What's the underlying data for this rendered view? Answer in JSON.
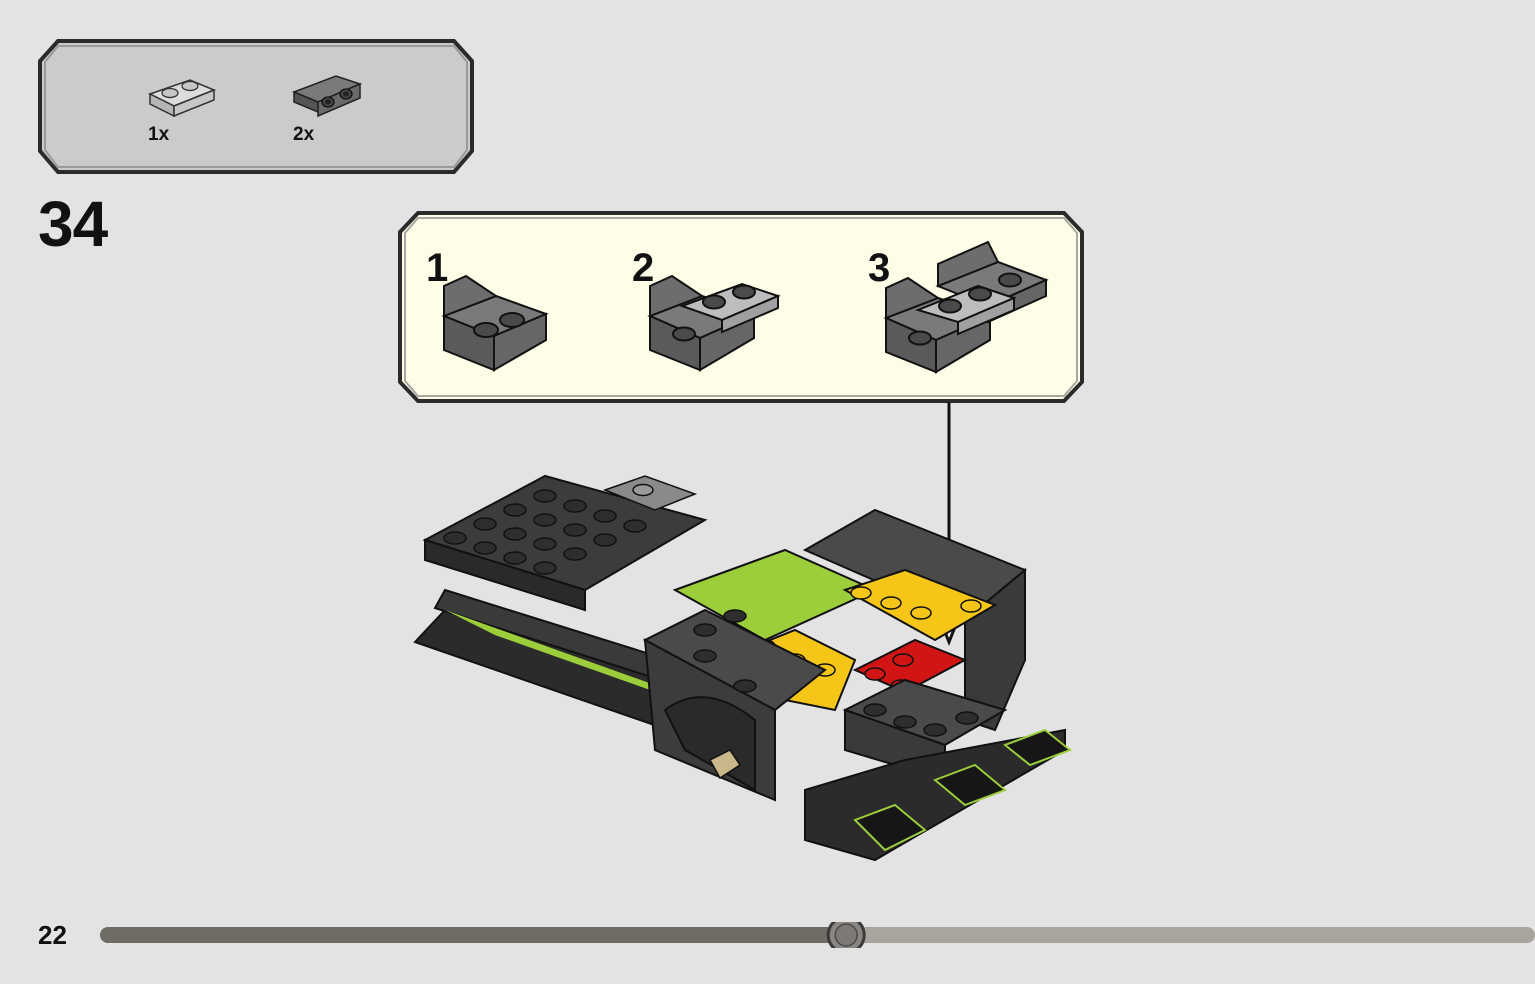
{
  "parts_callout": {
    "items": [
      {
        "icon": "light-gray-plate-1x2-icon",
        "quantity": "1x"
      },
      {
        "icon": "dark-gray-bracket-plate-icon",
        "quantity": "2x"
      }
    ]
  },
  "step": {
    "number": "34"
  },
  "sub_assembly": {
    "steps": [
      {
        "number": "1",
        "icon": "bracket-plate-icon"
      },
      {
        "number": "2",
        "icon": "bracket-with-plate-icon"
      },
      {
        "number": "3",
        "icon": "bracket-pair-with-plate-icon"
      }
    ]
  },
  "page": {
    "number": "22",
    "progress": 0.52
  },
  "colors": {
    "background": "#e3e3e3",
    "callout_fill": "#cbcbcb",
    "sub_callout_fill": "#fdfde8",
    "dark_gray": "#5e5e5e",
    "black_brick": "#2b2b2b",
    "lime": "#9ccd3a",
    "yellow": "#f5c518",
    "red": "#d11414"
  }
}
